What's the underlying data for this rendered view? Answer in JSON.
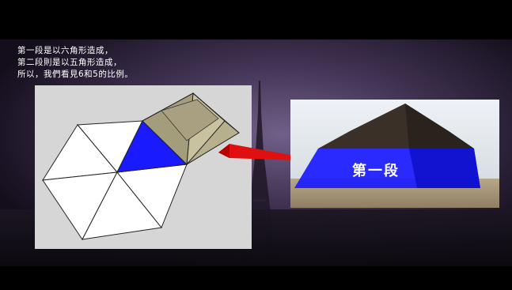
{
  "caption": {
    "line1": "第一段是以六角形造成，",
    "line2": "第二段則是以五角形造成，",
    "line3": "所以，我們看見6和5的比例。"
  },
  "photo_label": "第一段",
  "colors": {
    "highlight_blue": "#1a1aff",
    "arrow_red": "#e01010",
    "panel_gray": "#d6d6d6",
    "stone": "#b7b08e"
  },
  "icons": {
    "hexagon_diagram": "hexagon-with-pyramid-diagram",
    "pyramid_photo": "bent-pyramid-photo",
    "arrow": "red-pointer-arrow"
  }
}
